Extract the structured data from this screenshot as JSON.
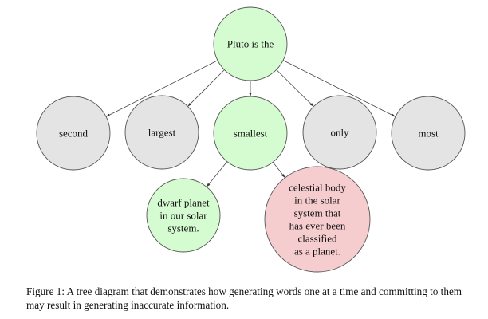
{
  "diagram": {
    "type": "tree",
    "colors": {
      "correct": "#d5fbd0",
      "incorrect": "#f6cdcf",
      "unchosen": "#e4e4e4",
      "stroke": "#555555",
      "edge": "#444444"
    },
    "nodes": [
      {
        "id": "root",
        "label": [
          "Pluto is the"
        ],
        "status": "correct"
      },
      {
        "id": "second",
        "label": [
          "second"
        ],
        "status": "unchosen"
      },
      {
        "id": "largest",
        "label": [
          "largest"
        ],
        "status": "unchosen"
      },
      {
        "id": "smallest",
        "label": [
          "smallest"
        ],
        "status": "correct"
      },
      {
        "id": "only",
        "label": [
          "only"
        ],
        "status": "unchosen"
      },
      {
        "id": "most",
        "label": [
          "most"
        ],
        "status": "unchosen"
      },
      {
        "id": "dwarf",
        "label": [
          "dwarf planet",
          "in our solar",
          "system."
        ],
        "status": "correct"
      },
      {
        "id": "celestial",
        "label": [
          "celestial body",
          "in the solar",
          "system that",
          "has ever been",
          "classified",
          "as a planet."
        ],
        "status": "incorrect"
      }
    ],
    "edges": [
      {
        "from": "root",
        "to": "second"
      },
      {
        "from": "root",
        "to": "largest"
      },
      {
        "from": "root",
        "to": "smallest"
      },
      {
        "from": "root",
        "to": "only"
      },
      {
        "from": "root",
        "to": "most"
      },
      {
        "from": "smallest",
        "to": "dwarf"
      },
      {
        "from": "smallest",
        "to": "celestial"
      }
    ]
  },
  "caption": "Figure 1: A tree diagram that demonstrates how generating words one at a time and committing to them may result in generating inaccurate information."
}
